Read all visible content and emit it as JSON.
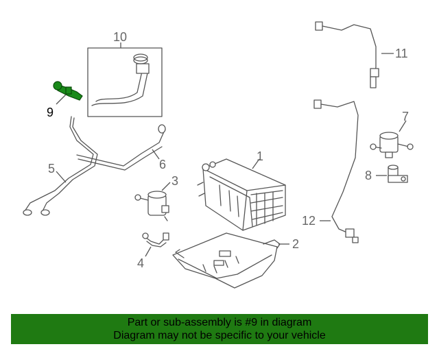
{
  "diagram": {
    "callouts": {
      "c1": "1",
      "c2": "2",
      "c3": "3",
      "c4": "4",
      "c5": "5",
      "c6": "6",
      "c7": "7",
      "c8": "8",
      "c9": "9",
      "c10": "10",
      "c11": "11",
      "c12": "12"
    },
    "highlighted_part": "9",
    "highlight_color": "#1a8a1a"
  },
  "banner": {
    "line1": "Part or sub-assembly is #9 in diagram",
    "line2": "Diagram may not be specific to your vehicle",
    "background": "#1f7a12"
  }
}
